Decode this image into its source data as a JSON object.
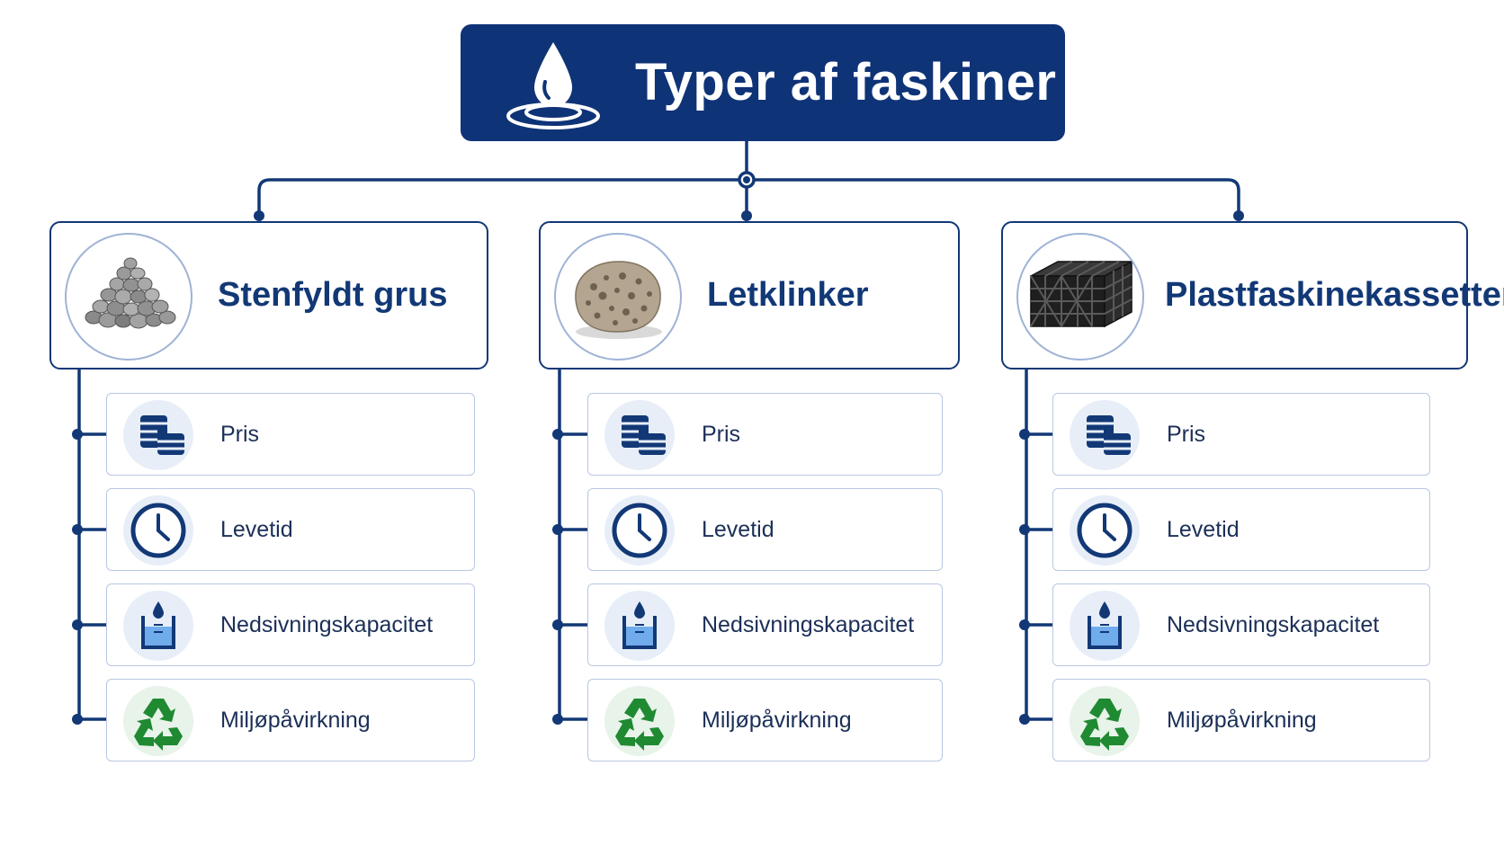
{
  "title": "Typer af faskiner",
  "colors": {
    "navy": "#0f3377",
    "border": "#123876",
    "row_border": "#b8c8e2",
    "icon_bg": "#e7eef8",
    "recycle_green": "#1f8a32",
    "water_blue": "#3d8ee6"
  },
  "columns": [
    {
      "name": "Stenfyldt grus",
      "image": "gravel-pile-image",
      "rows": [
        {
          "label": "Pris",
          "icon": "coins-icon"
        },
        {
          "label": "Levetid",
          "icon": "clock-icon"
        },
        {
          "label": "Nedsivningskapacitet",
          "icon": "water-beaker-icon"
        },
        {
          "label": "Miljøpåvirkning",
          "icon": "recycle-icon"
        }
      ]
    },
    {
      "name": "Letklinker",
      "image": "clay-pebble-image",
      "rows": [
        {
          "label": "Pris",
          "icon": "coins-icon"
        },
        {
          "label": "Levetid",
          "icon": "clock-icon"
        },
        {
          "label": "Nedsivningskapacitet",
          "icon": "water-beaker-icon"
        },
        {
          "label": "Miljøpåvirkning",
          "icon": "recycle-icon"
        }
      ]
    },
    {
      "name": "Plastfaskinekassetter",
      "image": "plastic-crate-image",
      "rows": [
        {
          "label": "Pris",
          "icon": "coins-icon"
        },
        {
          "label": "Levetid",
          "icon": "clock-icon"
        },
        {
          "label": "Nedsivningskapacitet",
          "icon": "water-beaker-icon"
        },
        {
          "label": "Miljøpåvirkning",
          "icon": "recycle-icon"
        }
      ]
    }
  ]
}
